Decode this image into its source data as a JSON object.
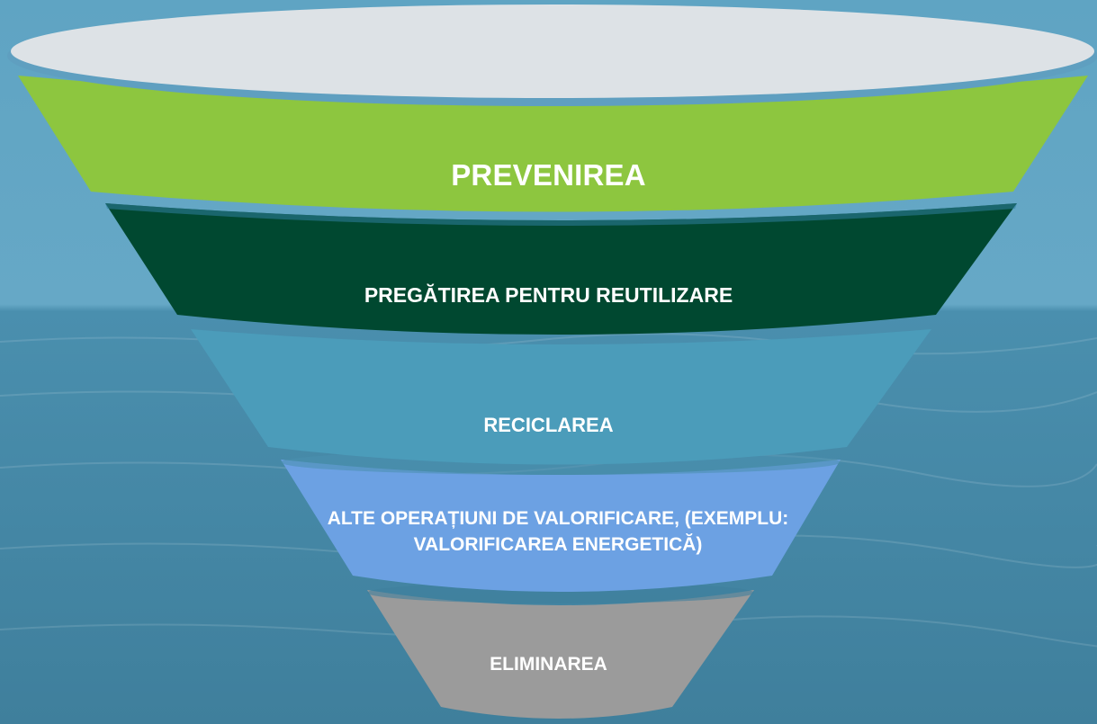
{
  "colors": {
    "sky": "#5fa4c3",
    "horizon": "#66a8c6",
    "sea_top": "#4a8fae",
    "sea_bottom": "#3f7f9c",
    "rim_top": "#dde2e6",
    "rim_edge": "#5f9fc0",
    "tier_1": "#8dc63f",
    "tier_2": "#004830",
    "tier_3": "#4b9cba",
    "tier_4": "#6ca1e3",
    "tier_5": "#9b9b9b"
  },
  "funnel": {
    "tiers": [
      {
        "label": "PREVENIREA",
        "color_key": "tier_1"
      },
      {
        "label": "PREGĂTIREA PENTRU REUTILIZARE",
        "color_key": "tier_2"
      },
      {
        "label": "RECICLAREA",
        "color_key": "tier_3"
      },
      {
        "label": "ALTE OPERAȚIUNI DE VALORIFICARE, (EXEMPLU: VALORIFICAREA ENERGETICĂ)",
        "color_key": "tier_4"
      },
      {
        "label": "ELIMINAREA",
        "color_key": "tier_5"
      }
    ]
  }
}
